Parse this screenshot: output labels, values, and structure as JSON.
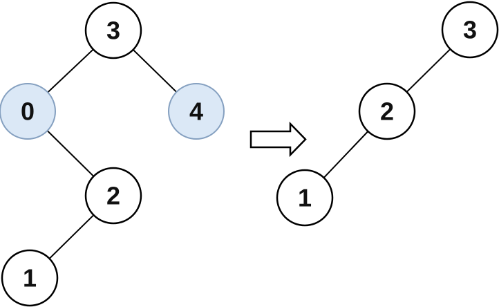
{
  "colors": {
    "background": "#ffffff",
    "node_fill": "#ffffff",
    "node_stroke": "#000000",
    "highlight_fill": "#dbe8f6",
    "highlight_stroke": "#85a0c0",
    "edge_color": "#000000",
    "text_color": "#111111"
  },
  "before_tree": {
    "description": "original binary tree",
    "nodes": [
      {
        "value": "3",
        "highlighted": false,
        "parent": null,
        "side": "root"
      },
      {
        "value": "0",
        "highlighted": true,
        "parent": "3",
        "side": "left"
      },
      {
        "value": "4",
        "highlighted": true,
        "parent": "3",
        "side": "right"
      },
      {
        "value": "2",
        "highlighted": false,
        "parent": "0",
        "side": "right"
      },
      {
        "value": "1",
        "highlighted": false,
        "parent": "2",
        "side": "left"
      }
    ]
  },
  "transform": {
    "arrow_icon": "right-block-arrow"
  },
  "after_tree": {
    "description": "resulting binary tree",
    "nodes": [
      {
        "value": "3",
        "highlighted": false,
        "parent": null,
        "side": "root"
      },
      {
        "value": "2",
        "highlighted": false,
        "parent": "3",
        "side": "left"
      },
      {
        "value": "1",
        "highlighted": false,
        "parent": "2",
        "side": "left"
      }
    ]
  }
}
